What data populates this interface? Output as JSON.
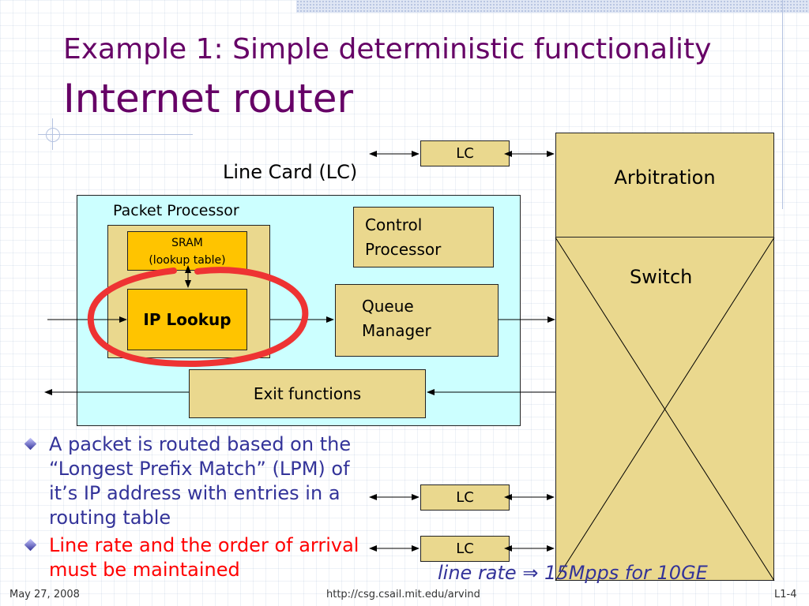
{
  "slide": {
    "title_line1": "Example 1:  Simple deterministic functionality",
    "title_line2": "Internet router"
  },
  "diagram": {
    "line_card_caption": "Line Card (LC)",
    "packet_processor": "Packet Processor",
    "sram_line1": "SRAM",
    "sram_line2": "(lookup table)",
    "ip_lookup": "IP Lookup",
    "control_processor_line1": "Control",
    "control_processor_line2": "Processor",
    "queue_manager_line1": "Queue",
    "queue_manager_line2": "Manager",
    "exit_functions": "Exit functions",
    "arbitration": "Arbitration",
    "switch": "Switch",
    "lc_top": "LC",
    "lc_mid": "LC",
    "lc_bottom": "LC",
    "line_rate_note": "line rate ⇒ 15Mpps for 10GE"
  },
  "bullets": [
    {
      "text": "A packet is routed based on the “Longest Prefix Match” (LPM) of it’s IP address with entries in a routing table",
      "color": "#333399"
    },
    {
      "text": "Line rate and the order of arrival must be maintained",
      "color": "#ff0000"
    }
  ],
  "footer": {
    "date": "May 27, 2008",
    "url": "http://csg.csail.mit.edu/arvind",
    "page": "L1-4"
  },
  "colors": {
    "title": "#660066",
    "box_fill": "#ead88e",
    "ip_lookup_fill": "#ffc400",
    "line_card_fill": "#ccffff",
    "annotation_circle": "#ee3333"
  }
}
